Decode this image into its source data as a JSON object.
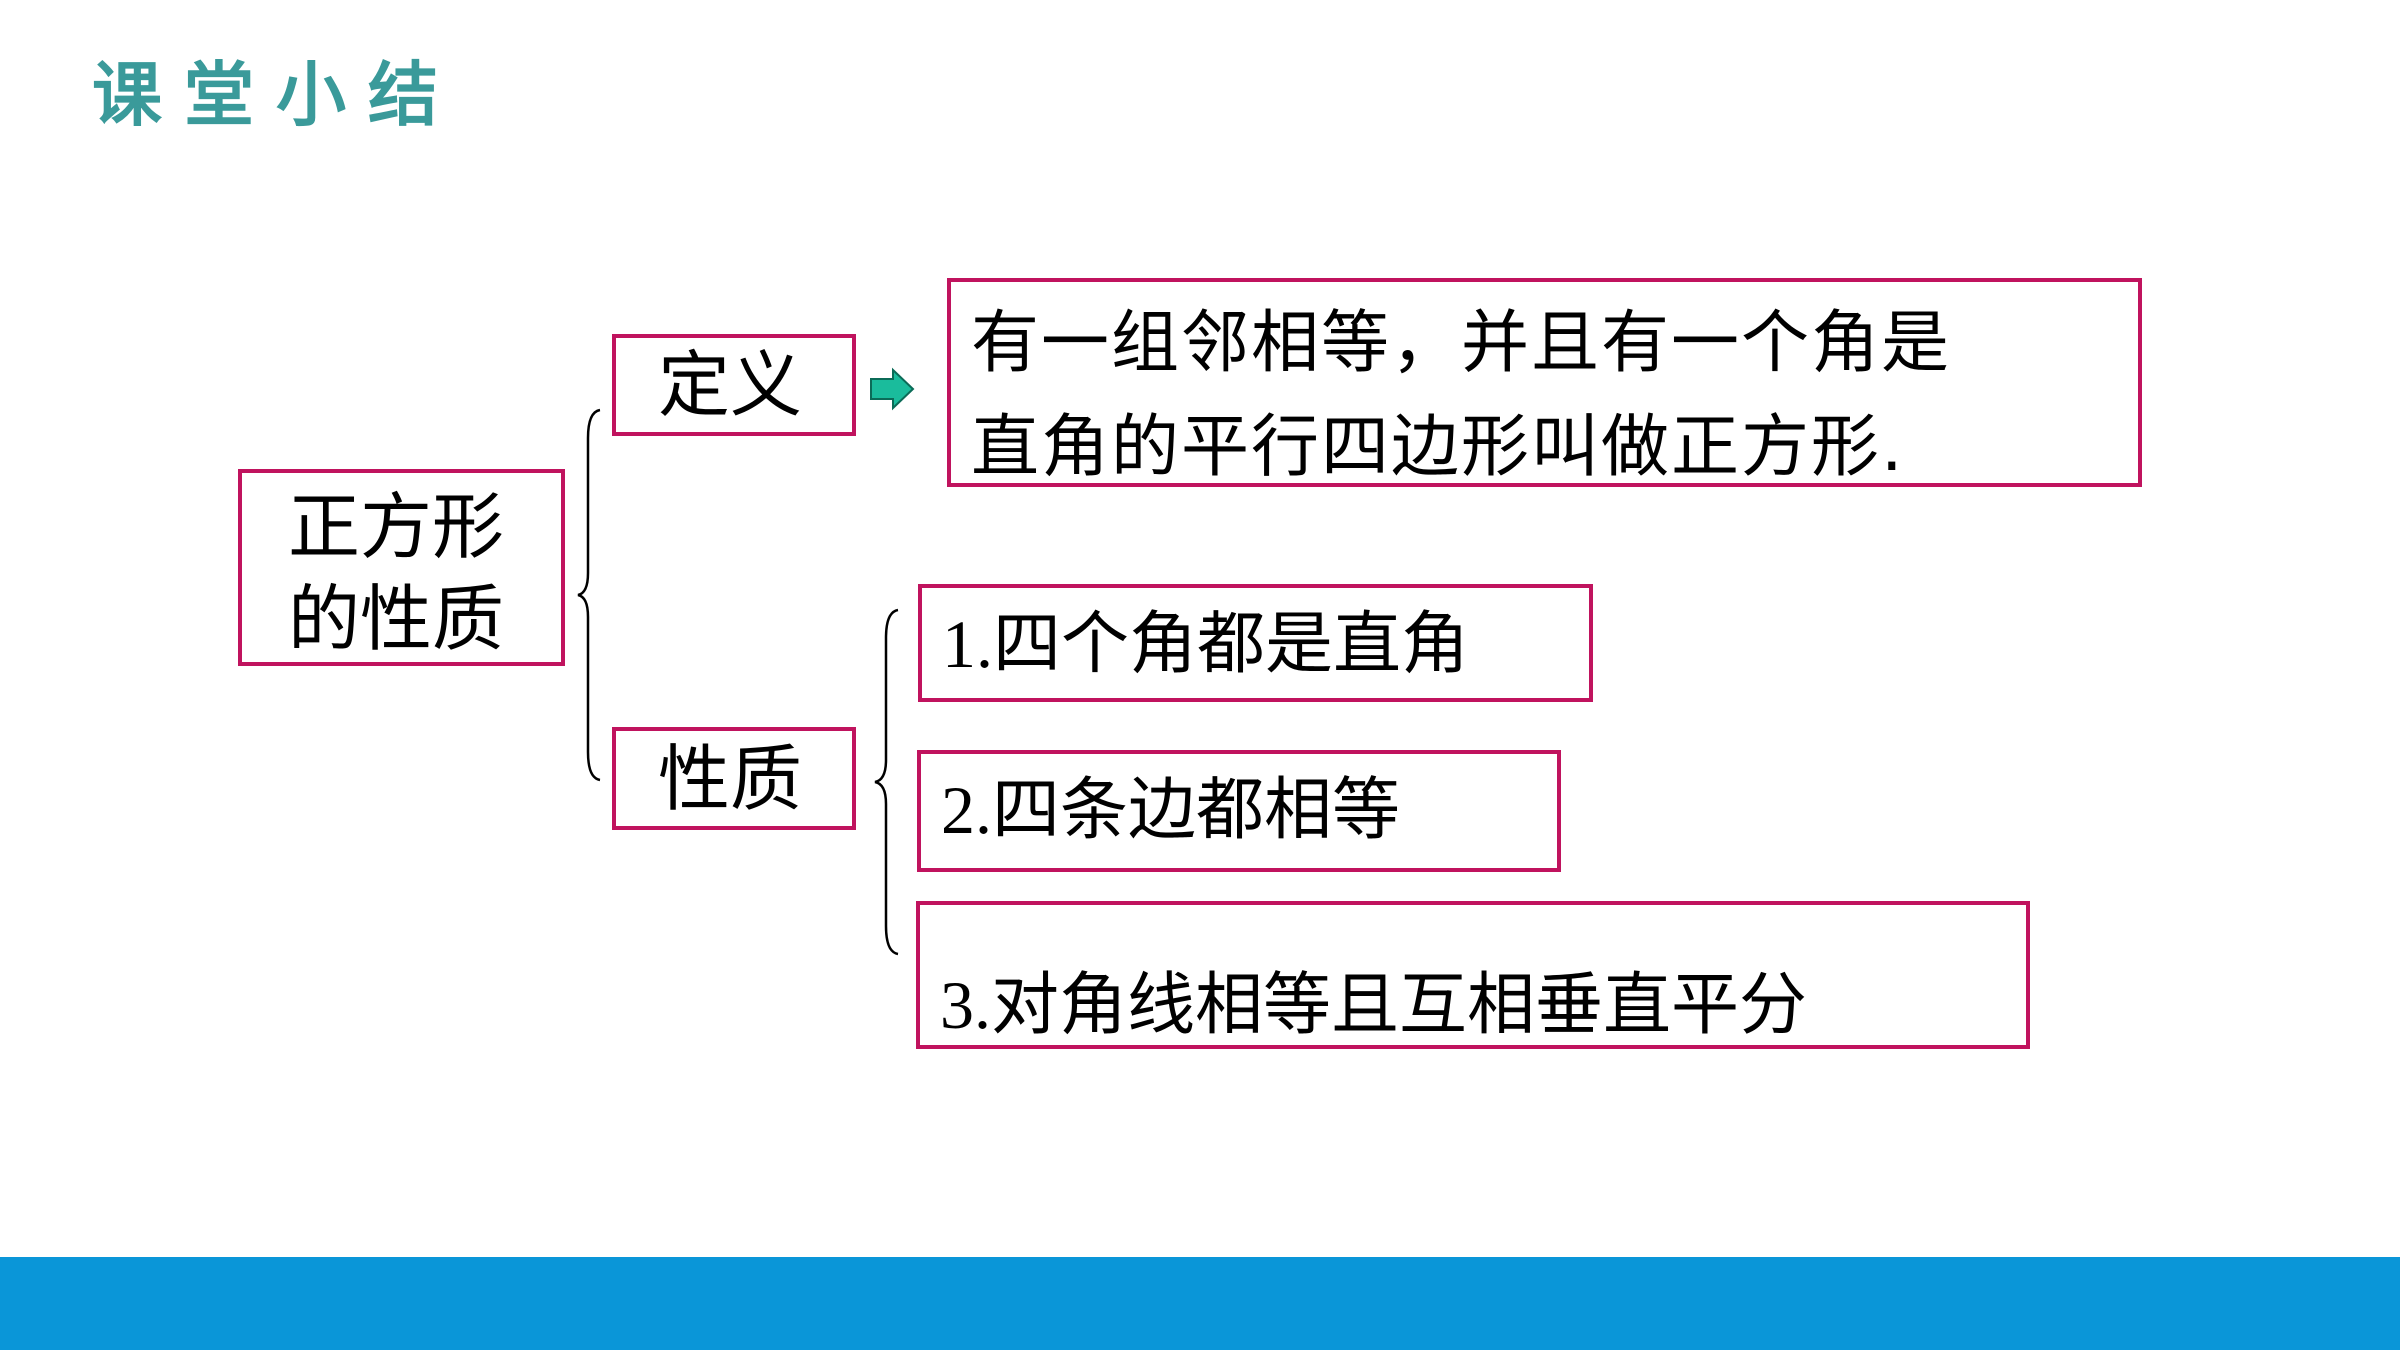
{
  "header": {
    "title": "课堂小结"
  },
  "diagram": {
    "root": {
      "line1": "正方形",
      "line2": "的性质"
    },
    "definition": {
      "label": "定义",
      "text_line1": "有一组邻相等，并且有一个角是",
      "text_line2": "直角的平行四边形叫做正方形."
    },
    "properties": {
      "label": "性质",
      "items": [
        {
          "num": "1.",
          "text": "四个角都是直角"
        },
        {
          "num": "2.",
          "text": "四条边都相等"
        },
        {
          "num": "3.",
          "text": "对角线相等且互相垂直平分"
        }
      ]
    }
  },
  "colors": {
    "title": "#3a9a9a",
    "box_border": "#c0135e",
    "arrow_fill": "#1abc9c",
    "bottom_bar": "#0a96d8"
  }
}
